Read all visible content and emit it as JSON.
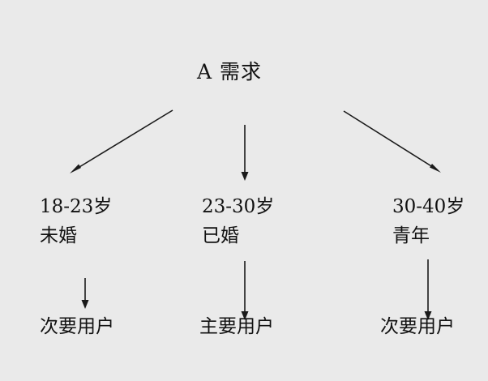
{
  "diagram": {
    "background_color": "#eaeaea",
    "line_color": "#1a1a1a",
    "text_color": "#111111",
    "root": {
      "label": "A 需求"
    },
    "segments": [
      {
        "id": "segment-1",
        "age_label": "18-23岁",
        "status_label": "未婚",
        "outcome_label": "次要用户"
      },
      {
        "id": "segment-2",
        "age_label": "23-30岁",
        "status_label": "已婚",
        "outcome_label": "主要用户"
      },
      {
        "id": "segment-3",
        "age_label": "30-40岁",
        "status_label": "青年",
        "outcome_label": "次要用户"
      }
    ]
  }
}
